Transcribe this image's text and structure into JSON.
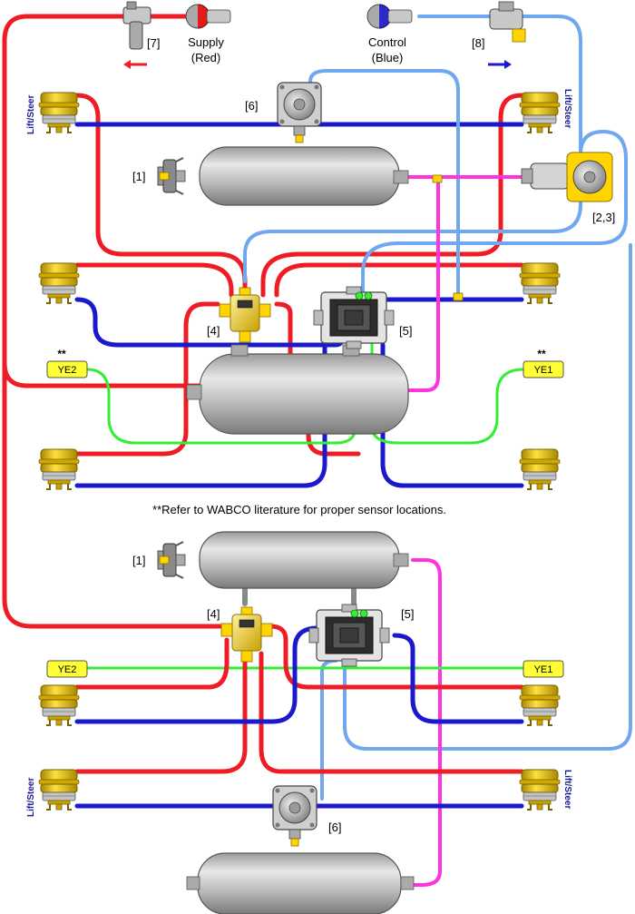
{
  "labels": {
    "supply": "Supply",
    "supply_color": "(Red)",
    "control": "Control",
    "control_color": "(Blue)",
    "lift_steer": "Lift/Steer",
    "ref1": "[1]",
    "ref23": "[2,3]",
    "ref4": "[4]",
    "ref5": "[5]",
    "ref6": "[6]",
    "ref7": "[7]",
    "ref8": "[8]",
    "sensor_ye1": "YE1",
    "sensor_ye2": "YE2",
    "stars": "**",
    "note": "**Refer to WABCO literature for proper sensor locations."
  },
  "colors": {
    "supply_line": "#ee1c24",
    "delivery_line": "#1a1acc",
    "control_line": "#6fa8f0",
    "aux_line": "#ff33dd",
    "sensor_line": "#33ee33",
    "tank": "#bdbdbd",
    "air_bag": "#e8c000",
    "sensor_tag": "#ffff33"
  },
  "icons": [
    "air-bag-icon",
    "reservoir-tank-icon",
    "relay-valve-icon",
    "abs-modulator-icon",
    "gladhand-icon",
    "leveling-valve-icon",
    "drain-valve-icon",
    "direction-arrow-icon"
  ]
}
